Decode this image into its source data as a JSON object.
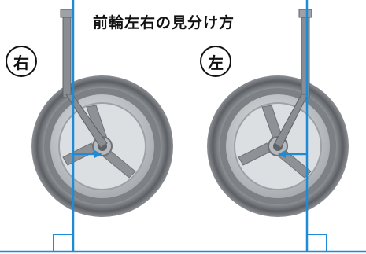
{
  "title": "前輪左右の見分け方",
  "labels": {
    "right": "右",
    "left": "左"
  },
  "colors": {
    "guide_line": "#1f8ad6",
    "arrow": "#1f8ad6",
    "tire": "#6a6d70",
    "rim": "#b9bcbf",
    "spoke": "#8e9195",
    "fork": "#8a8d91"
  },
  "icons": [
    "right-wheel-icon",
    "left-wheel-icon",
    "fork-icon",
    "arrow-icon",
    "right-angle-marker-icon"
  ]
}
